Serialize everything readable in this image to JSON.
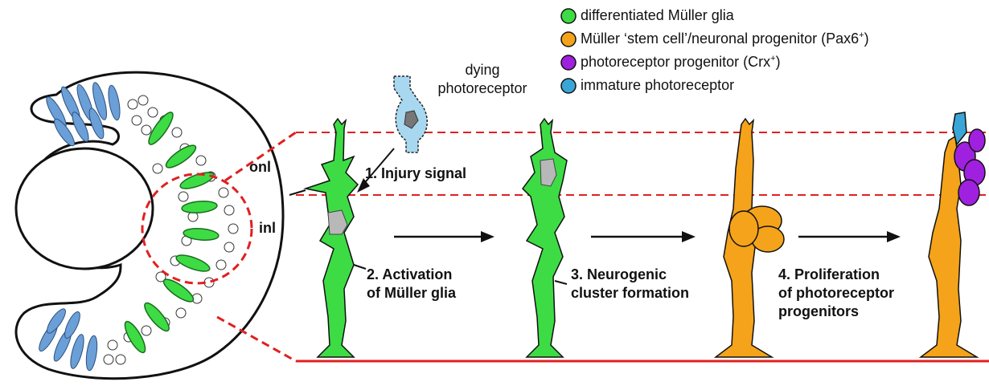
{
  "legend": [
    {
      "label": "differentiated Müller glia",
      "color": "#2ecc3a"
    },
    {
      "label": "Müller ‘stem cell’/neuronal progenitor (Pax6",
      "sup": "+",
      "tail": ")",
      "color": "#f39c12"
    },
    {
      "label": "photoreceptor progenitor (Crx",
      "sup": "+",
      "tail": ")",
      "color": "#9b1fd6"
    },
    {
      "label": "immature photoreceptor",
      "color": "#2a9fd0"
    }
  ],
  "dying_label": [
    "dying",
    "photoreceptor"
  ],
  "layers": {
    "onl": "onl",
    "inl": "inl"
  },
  "steps": {
    "s1": [
      "1. Injury signal"
    ],
    "s2": [
      "2. Activation",
      "of Müller glia"
    ],
    "s3": [
      "3. Neurogenic",
      "cluster formation"
    ],
    "s4": [
      "4. Proliferation",
      "of photoreceptor",
      "progenitors"
    ]
  },
  "colors": {
    "glia": "#3ddc45",
    "progenitor": "#f5a31a",
    "crx": "#a020e0",
    "immature": "#3aa6d8",
    "dying_cell": "#a8d8f0",
    "rod_blue": "#6a9fd8",
    "dashed_red": "#e02020",
    "solid_red": "#e02020"
  }
}
